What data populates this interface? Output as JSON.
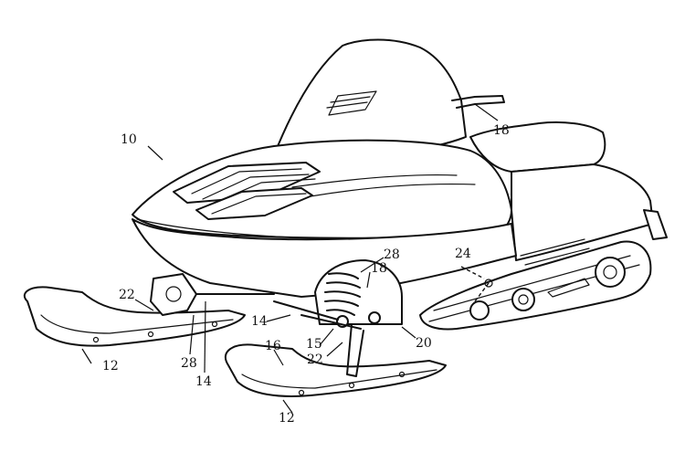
{
  "reference_numerals": {
    "machine": "10",
    "handlebar": "18",
    "skis_left": "12",
    "skis_right": "12",
    "spindle_left": "22",
    "spindle_right": "22",
    "frame_left": "14",
    "frame_right": "14",
    "shock_upper": "28",
    "shock_lower": "28",
    "steering_arm": "18",
    "tie_rod": "15",
    "suspension": "16",
    "track_mount": "20",
    "pivot": "24"
  },
  "colors": {
    "line": "#111111",
    "paper": "#ffffff"
  }
}
